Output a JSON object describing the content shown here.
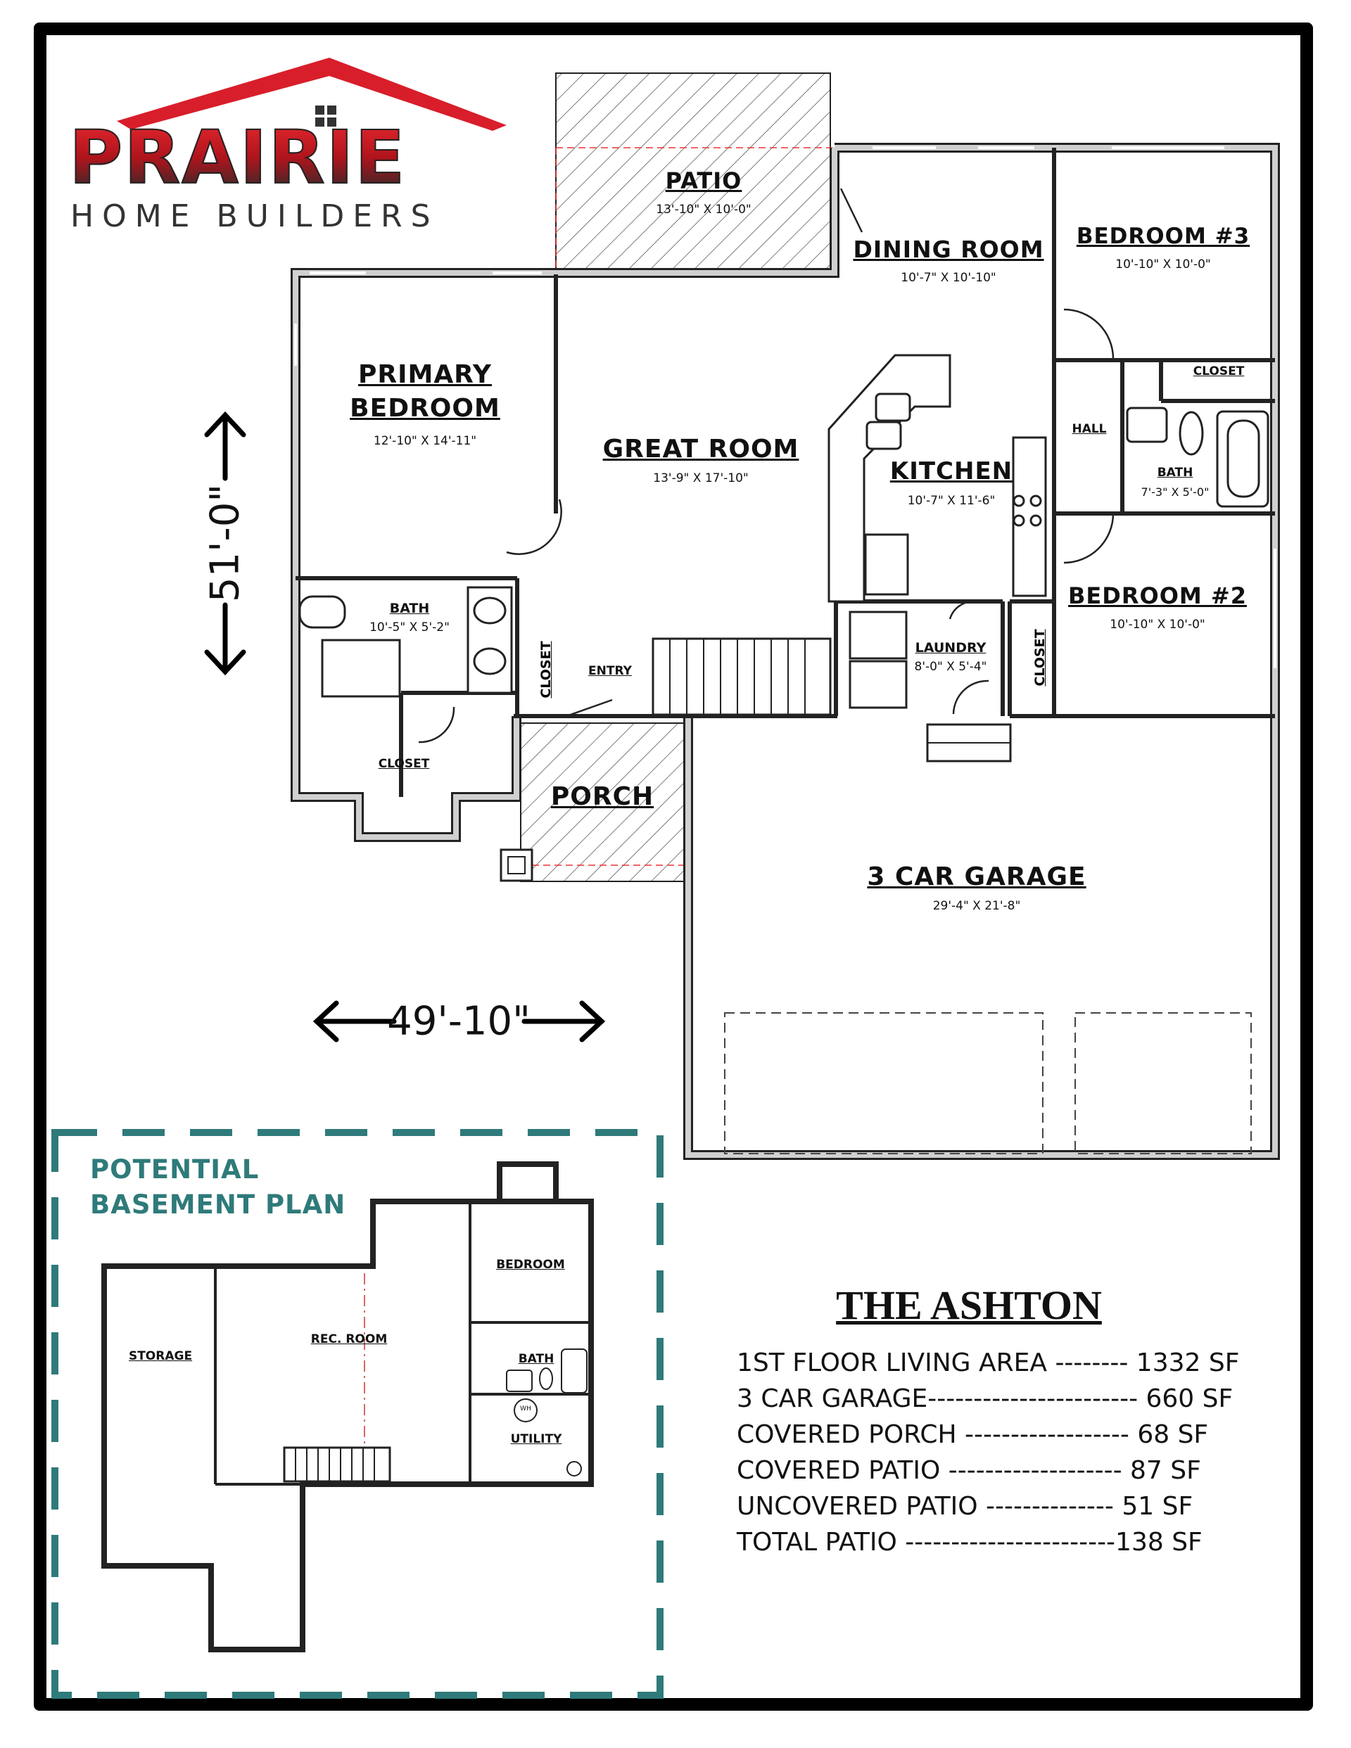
{
  "logo": {
    "brand": "PRAIRIE",
    "tagline": "HOME BUILDERS",
    "colors": {
      "red": "#d81e2a",
      "dark": "#2a2a2a"
    }
  },
  "rooms": {
    "patio": {
      "name": "PATIO",
      "dim": "13'-10\" X 10'-0\""
    },
    "dining": {
      "name": "DINING ROOM",
      "dim": "10'-7\" X 10'-10\""
    },
    "bedroom3": {
      "name": "BEDROOM #3",
      "dim": "10'-10\" X 10'-0\""
    },
    "primary": {
      "name1": "PRIMARY",
      "name2": "BEDROOM",
      "dim": "12'-10\" X 14'-11\""
    },
    "great": {
      "name": "GREAT ROOM",
      "dim": "13'-9\" X 17'-10\""
    },
    "kitchen": {
      "name": "KITCHEN",
      "dim": "10'-7\" X 11'-6\""
    },
    "closet_top": "CLOSET",
    "hall": "HALL",
    "bath_hall": {
      "name": "BATH",
      "dim": "7'-3\" X 5'-0\""
    },
    "bedroom2": {
      "name": "BEDROOM #2",
      "dim": "10'-10\" X 10'-0\""
    },
    "bath_primary": {
      "name": "BATH",
      "dim": "10'-5\" X 5'-2\""
    },
    "closet_entry": "CLOSET",
    "entry": "ENTRY",
    "laundry": {
      "name": "LAUNDRY",
      "dim": "8'-0\" X 5'-4\""
    },
    "closet_br2": "CLOSET",
    "closet_primary": "CLOSET",
    "porch": "PORCH",
    "garage": {
      "name": "3 CAR GARAGE",
      "dim": "29'-4\" X 21'-8\""
    }
  },
  "dimensions": {
    "depth": "51'-0\"",
    "width": "49'-10\""
  },
  "basement": {
    "title1": "POTENTIAL",
    "title2": "BASEMENT PLAN",
    "storage": "STORAGE",
    "rec_room": "REC. ROOM",
    "bedroom": "BEDROOM",
    "bath": "BATH",
    "utility": "UTILITY",
    "wh": "WH",
    "accent_color": "#2f7a7a"
  },
  "summary": {
    "title": "THE ASHTON",
    "rows": [
      "1ST FLOOR LIVING AREA -------- 1332 SF",
      "3 CAR GARAGE----------------------- 660 SF",
      "COVERED PORCH ------------------ 68 SF",
      "COVERED PATIO ------------------- 87 SF",
      "UNCOVERED PATIO -------------- 51 SF",
      "TOTAL PATIO -----------------------138 SF"
    ]
  }
}
